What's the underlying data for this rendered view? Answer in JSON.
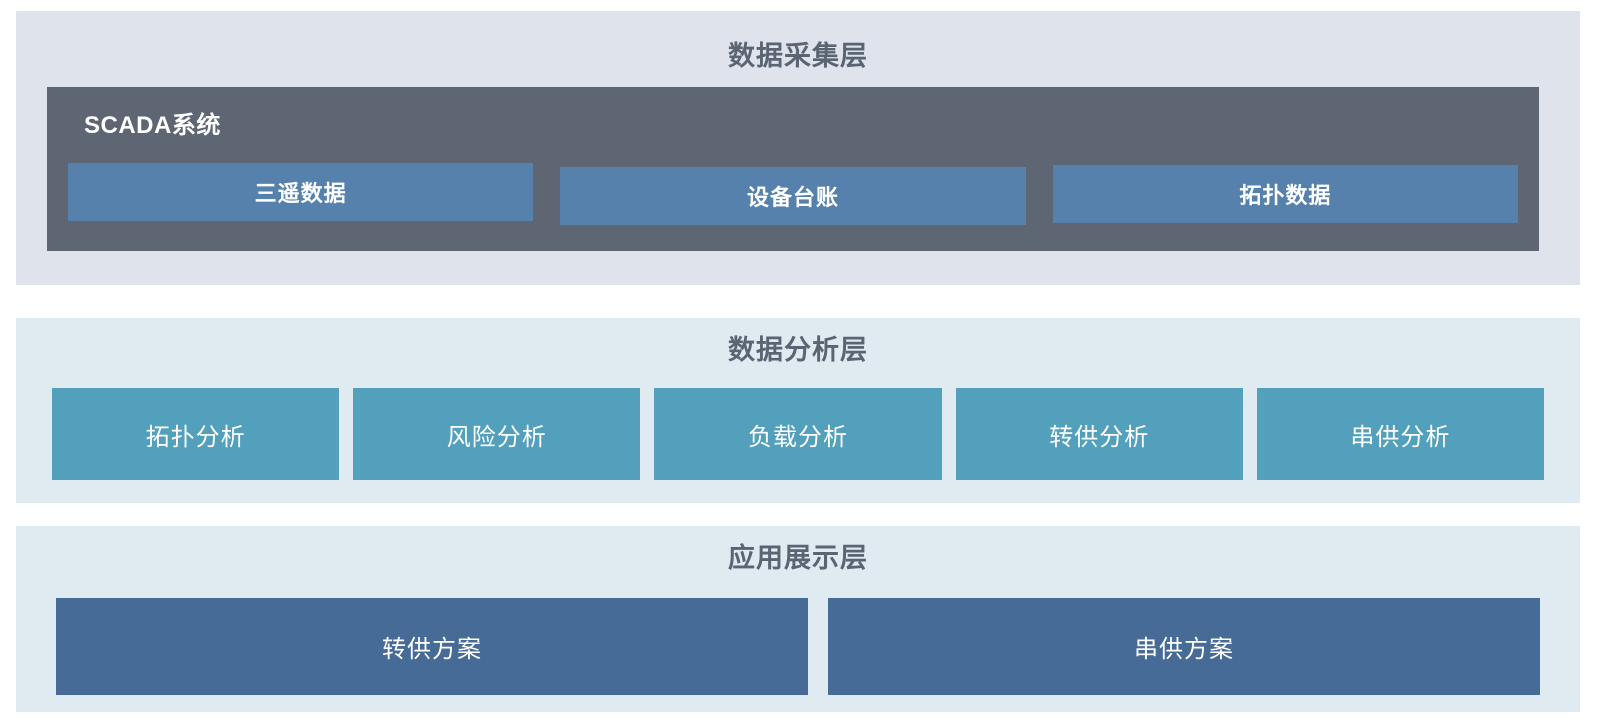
{
  "diagram": {
    "kind": "layered-architecture",
    "palette": {
      "page_background": "#ffffff",
      "acquisition_panel_bg": "#dfe3ec",
      "analysis_panel_bg": "#dfeaf1",
      "application_panel_bg": "#dfeaf1",
      "scada_panel_bg": "#5e6673",
      "scada_box_bg": "#5681ad",
      "analysis_box_bg": "#52a0bb",
      "application_box_bg": "#456b96",
      "title_text": "#5a6472",
      "box_text": "#ffffff"
    },
    "layers": [
      {
        "id": "acquisition",
        "title": "数据采集层",
        "group": {
          "label": "SCADA系统",
          "boxes": [
            {
              "label": "三遥数据"
            },
            {
              "label": "设备台账"
            },
            {
              "label": "拓扑数据"
            }
          ]
        }
      },
      {
        "id": "analysis",
        "title": "数据分析层",
        "boxes": [
          {
            "label": "拓扑分析"
          },
          {
            "label": "风险分析"
          },
          {
            "label": "负载分析"
          },
          {
            "label": "转供分析"
          },
          {
            "label": "串供分析"
          }
        ]
      },
      {
        "id": "application",
        "title": "应用展示层",
        "boxes": [
          {
            "label": "转供方案"
          },
          {
            "label": "串供方案"
          }
        ]
      }
    ]
  }
}
